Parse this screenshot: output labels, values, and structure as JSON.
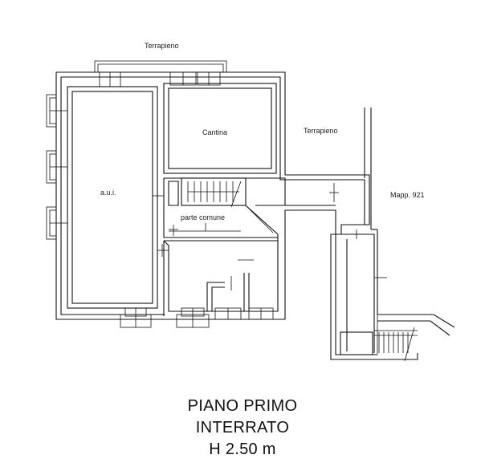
{
  "labels": {
    "terrapieno_top": "Terrapieno",
    "terrapieno_right": "Terrapieno",
    "cantina": "Cantina",
    "aui": "a.u.i.",
    "parte_comune": "parte comune",
    "mappale": "Mapp. 921"
  },
  "title": {
    "line1": "PIANO PRIMO",
    "line2": "INTERRATO",
    "line3": "H 2.50 m"
  }
}
